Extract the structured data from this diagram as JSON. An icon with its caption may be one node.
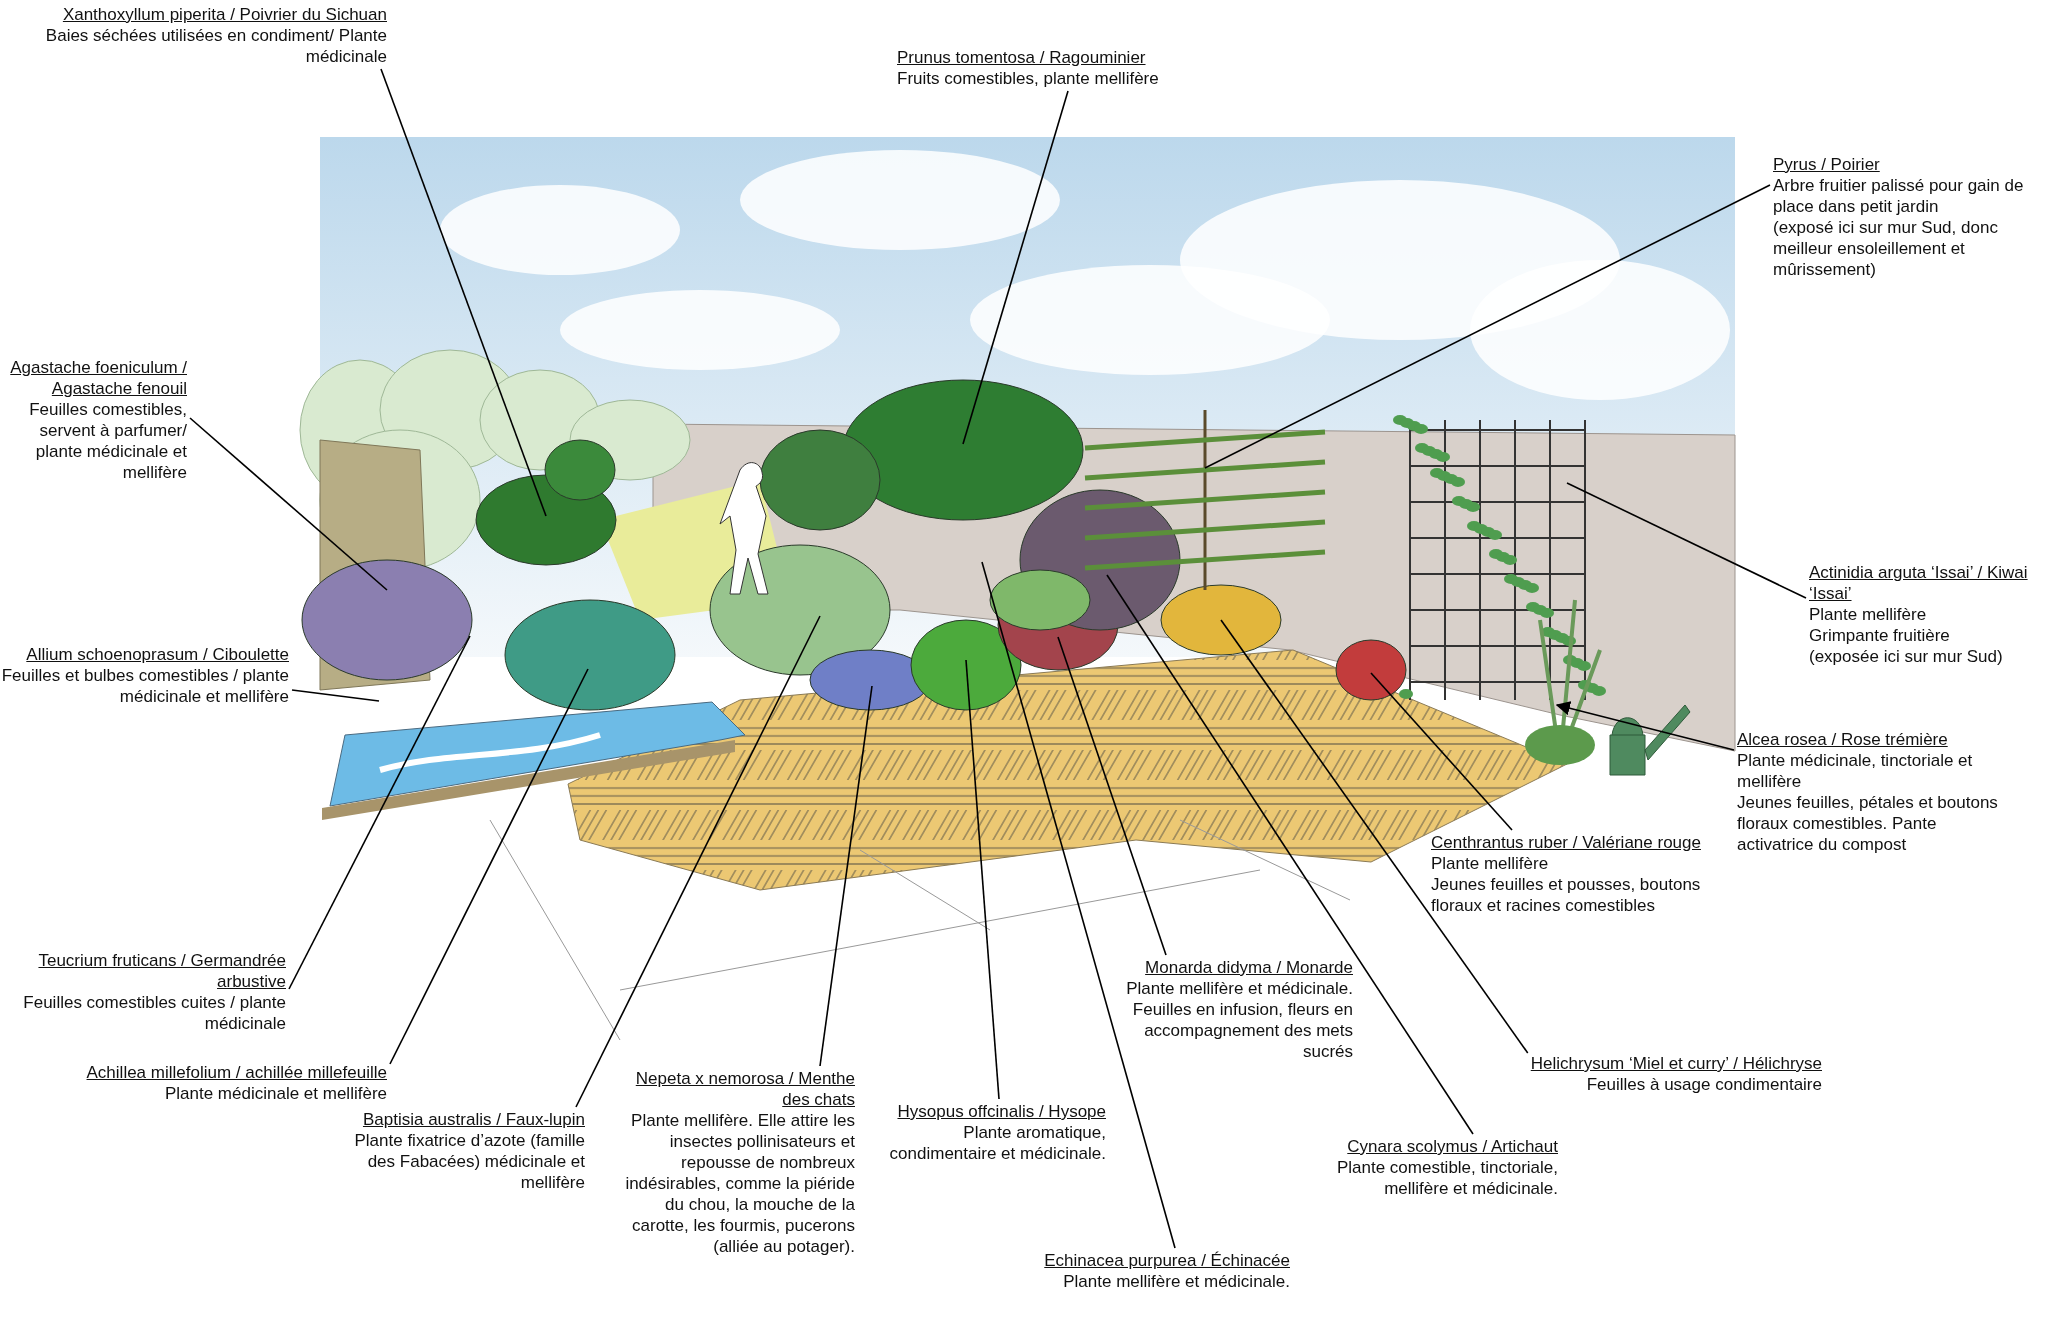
{
  "diagram": {
    "nodes": [
      {
        "text": [
          "Xanthoxyllum piperita / Poivrier du Sichuan",
          "Baies séchées utilisées en condiment/ Plante médicinale"
        ]
      },
      {
        "text": [
          "Prunus tomentosa / Ragouminier",
          "Fruits comestibles, plante mellifère"
        ]
      },
      {
        "text": [
          "Pyrus / Poirier",
          "Arbre fruitier palissé pour gain de place dans petit jardin",
          "(exposé ici sur mur Sud, donc meilleur ensoleillement et mûrissement)"
        ]
      },
      {
        "text": [
          "Agastache foeniculum / Agastache fenouil",
          "Feuilles comestibles, servent à parfumer/ plante médicinale et mellifère"
        ]
      },
      {
        "text": [
          "Actinidia arguta ‘Issai’ / Kiwai ‘Issai’",
          "Plante mellifère",
          "Grimpante fruitière",
          "(exposée ici sur mur Sud)"
        ]
      },
      {
        "text": [
          "Allium schoenoprasum / Ciboulette",
          "Feuilles et bulbes comestibles / plante médicinale et mellifère"
        ]
      },
      {
        "text": [
          "Alcea rosea / Rose trémière",
          "Plante médicinale, tinctoriale et mellifère",
          "Jeunes feuilles, pétales et boutons floraux comestibles. Pante activatrice du compost"
        ]
      },
      {
        "text": [
          "Centhrantus ruber / Valériane rouge",
          "Plante mellifère",
          "Jeunes feuilles et pousses, boutons floraux et racines comestibles"
        ]
      },
      {
        "text": [
          "Teucrium fruticans / Germandrée arbustive",
          "Feuilles comestibles cuites / plante médicinale"
        ]
      },
      {
        "text": [
          "Monarda didyma / Monarde",
          "Plante mellifère et médicinale.",
          "Feuilles en infusion, fleurs en accompagnement des mets sucrés"
        ]
      },
      {
        "text": [
          "Helichrysum ‘Miel et curry’ / Hélichryse",
          "Feuilles à usage condimentaire"
        ]
      },
      {
        "text": [
          "Achillea millefolium / achillée millefeuille",
          "Plante médicinale et mellifère"
        ]
      },
      {
        "text": [
          "Nepeta x nemorosa / Menthe des chats",
          "Plante mellifère.  Elle attire les insectes pollinisateurs et repousse de nombreux indésirables, comme la piéride du chou, la mouche de la carotte, les fourmis, pucerons (alliée au potager)."
        ]
      },
      {
        "text": [
          "Hysopus offcinalis / Hysope",
          "Plante aromatique, condimentaire et médicinale."
        ]
      },
      {
        "text": [
          "Baptisia australis / Faux-lupin",
          "Plante fixatrice d’azote (famille des Fabacées) médicinale et mellifère"
        ]
      },
      {
        "text": [
          "Cynara scolymus / Artichaut",
          "Plante comestible, tinctoriale, mellifère et médicinale."
        ]
      },
      {
        "text": [
          "Echinacea purpurea / Échinacée",
          "Plante mellifère et médicinale."
        ]
      }
    ],
    "edges": [
      {
        "from": 0,
        "to": null,
        "arrow": "none"
      },
      {
        "from": 1,
        "to": null,
        "arrow": "none"
      },
      {
        "from": 2,
        "to": null,
        "arrow": "none"
      },
      {
        "from": 3,
        "to": null,
        "arrow": "none"
      },
      {
        "from": 4,
        "to": null,
        "arrow": "none"
      },
      {
        "from": 5,
        "to": null,
        "arrow": "none"
      },
      {
        "from": 6,
        "to": null,
        "arrow": "to"
      },
      {
        "from": 7,
        "to": null,
        "arrow": "none"
      },
      {
        "from": 8,
        "to": null,
        "arrow": "none"
      },
      {
        "from": 9,
        "to": null,
        "arrow": "none"
      },
      {
        "from": 10,
        "to": null,
        "arrow": "none"
      },
      {
        "from": 11,
        "to": null,
        "arrow": "none"
      },
      {
        "from": 12,
        "to": null,
        "arrow": "none"
      },
      {
        "from": 13,
        "to": null,
        "arrow": "none"
      },
      {
        "from": 14,
        "to": null,
        "arrow": "none"
      },
      {
        "from": 15,
        "to": null,
        "arrow": "none"
      },
      {
        "from": 16,
        "to": null,
        "arrow": "none"
      }
    ]
  }
}
